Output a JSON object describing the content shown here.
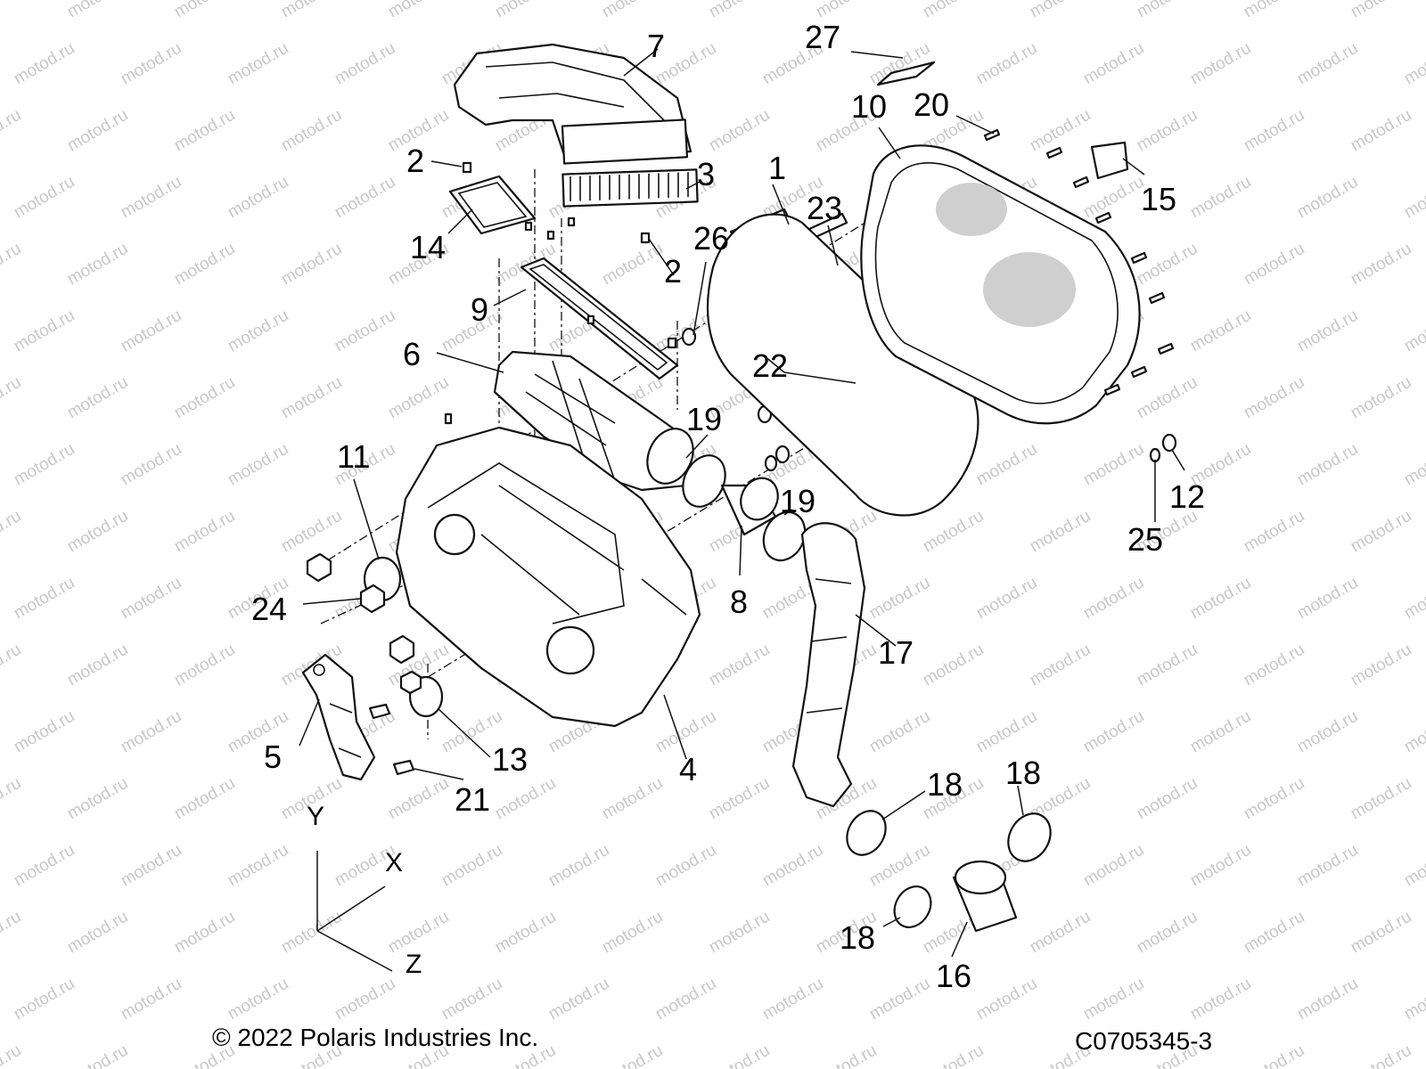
{
  "watermark_text": "motod.ru",
  "copyright": "© 2022 Polaris Industries Inc.",
  "drawing_number": "C0705345-3",
  "axes": {
    "y": "Y",
    "x": "X",
    "z": "Z"
  },
  "callouts": {
    "c1": "1",
    "c2a": "2",
    "c2b": "2",
    "c3": "3",
    "c4": "4",
    "c5": "5",
    "c6": "6",
    "c7": "7",
    "c8": "8",
    "c9": "9",
    "c10": "10",
    "c11": "11",
    "c12": "12",
    "c13": "13",
    "c14": "14",
    "c15": "15",
    "c16": "16",
    "c17": "17",
    "c18a": "18",
    "c18b": "18",
    "c18c": "18",
    "c19a": "19",
    "c19b": "19",
    "c20": "20",
    "c21": "21",
    "c22": "22",
    "c23": "23",
    "c24": "24",
    "c25": "25",
    "c26": "26",
    "c27": "27"
  }
}
